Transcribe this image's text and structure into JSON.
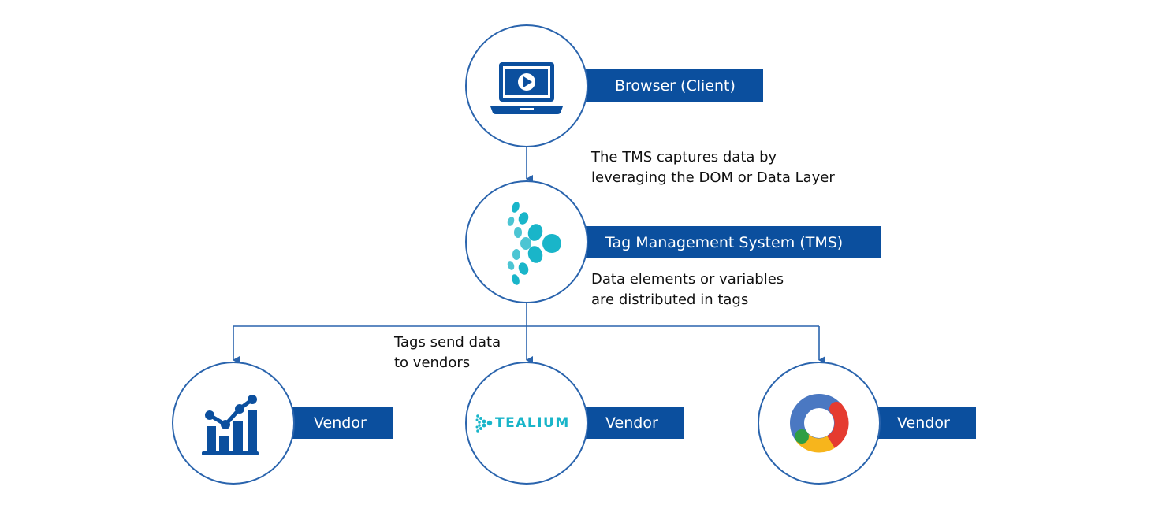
{
  "colors": {
    "primary": "#0b4f9e",
    "line": "#2a64ad",
    "tealium_teal": "#19b5c9",
    "google_blue": "#4a78c2",
    "google_red": "#e53b30",
    "google_yellow": "#f7b51c",
    "google_green": "#2f9e44"
  },
  "nodes": {
    "browser": {
      "label": "Browser (Client)",
      "icon": "laptop-play-icon"
    },
    "tms": {
      "label": "Tag Management System (TMS)",
      "icon": "tealium-dots-icon"
    },
    "vendors": [
      {
        "label": "Vendor",
        "icon": "analytics-chart-icon"
      },
      {
        "label": "Vendor",
        "icon": "tealium-logo-icon",
        "logo_text": "TEALIUM"
      },
      {
        "label": "Vendor",
        "icon": "google-analytics-ring-icon"
      }
    ]
  },
  "notes": {
    "capture_line1": "The TMS captures data by",
    "capture_line2": "leveraging the DOM or Data Layer",
    "distribute_line1": "Data elements or variables",
    "distribute_line2": "are distributed in tags",
    "send_line1": "Tags send data",
    "send_line2": "to vendors"
  }
}
